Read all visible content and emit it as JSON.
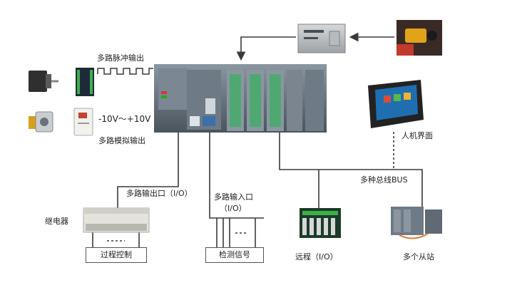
{
  "labels": {
    "pulse_output": "多路脉冲输出",
    "analog_range": "-10V～+10V",
    "analog_output": "多路模拟输出",
    "io_output": "多路输出口（I/O）",
    "input_line1": "多路输入口",
    "input_line2": "（I/O）",
    "relay": "继电器",
    "process_control": "过程控制",
    "detection_signal": "检测信号",
    "remote_io": "远程（I/O）",
    "slaves": "多个从站",
    "hmi": "人机界面",
    "bus": "多种总线BUS"
  },
  "colors": {
    "wire": "#3a3a3a",
    "plc_body": "#5f6a75",
    "plc_green": "#2f8f55",
    "hmi_screen": "#1f6fb0"
  },
  "icons": [
    "stepper-motor-icon",
    "stepper-driver-icon",
    "servo-motor-icon",
    "inverter-icon",
    "plc-icon",
    "industrial-pc-icon",
    "camera-icon",
    "hmi-panel-icon",
    "relay-module-icon",
    "remote-io-icon",
    "slave-stations-icon"
  ]
}
